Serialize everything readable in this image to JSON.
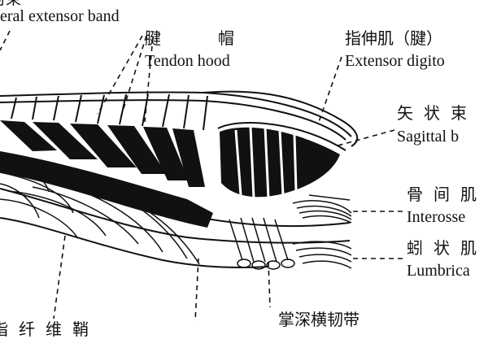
{
  "labels": {
    "lateral_band_zh": "对束",
    "lateral_band_en": "eral extensor band",
    "tendon_hood_zh": "腱　　帽",
    "tendon_hood_en": "Tendon hood",
    "extensor_zh": "指伸肌（腱）",
    "extensor_en": "Extensor digito",
    "sagittal_zh": "矢 状 束",
    "sagittal_en": "Sagittal b",
    "interosseous_zh": "骨 间 肌",
    "interosseous_en": "Interosse",
    "lumbrical_zh": "蚓 状 肌",
    "lumbrical_en": "Lumbrica",
    "fibrous_sheath_zh": "指 纤 维 鞘",
    "deep_transverse_zh": "掌深横韧带"
  },
  "colors": {
    "ink": "#111111",
    "paper": "#ffffff"
  }
}
